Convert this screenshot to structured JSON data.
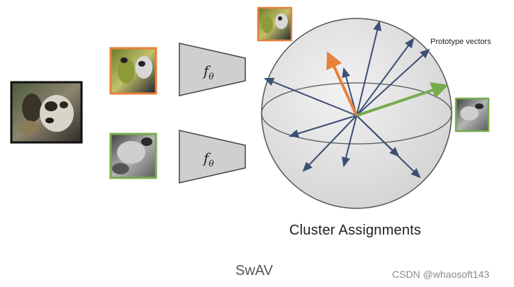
{
  "labels": {
    "prototype_vectors": "Prototype vectors",
    "cluster_assignments": "Cluster Assignments",
    "method": "SwAV",
    "watermark": "CSDN @whaosoft143"
  },
  "encoder": {
    "symbol": "f",
    "subscript": "θ"
  },
  "colors": {
    "orange": "#e8803a",
    "green": "#77ac4d",
    "arrow": "#3d4f73",
    "sphere": "#dcdcdc",
    "encoder_fill": "#cfcfcf"
  }
}
